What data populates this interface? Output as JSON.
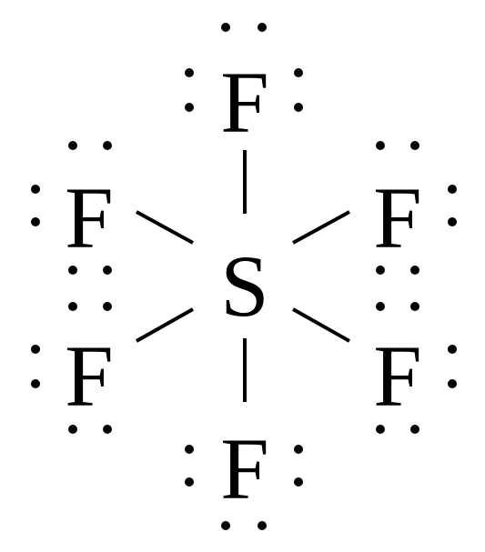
{
  "diagram": {
    "type": "lewis-structure",
    "center_atom": {
      "id": "S",
      "symbol": "S"
    },
    "atoms": [
      {
        "id": "F1",
        "symbol": "F",
        "lone_pairs": 3
      },
      {
        "id": "F2",
        "symbol": "F",
        "lone_pairs": 3
      },
      {
        "id": "F3",
        "symbol": "F",
        "lone_pairs": 3
      },
      {
        "id": "F4",
        "symbol": "F",
        "lone_pairs": 3
      },
      {
        "id": "F5",
        "symbol": "F",
        "lone_pairs": 3
      },
      {
        "id": "F6",
        "symbol": "F",
        "lone_pairs": 3
      }
    ],
    "bonds": [
      {
        "from": "S",
        "to": "F1",
        "order": 1
      },
      {
        "from": "S",
        "to": "F2",
        "order": 1
      },
      {
        "from": "S",
        "to": "F3",
        "order": 1
      },
      {
        "from": "S",
        "to": "F4",
        "order": 1
      },
      {
        "from": "S",
        "to": "F5",
        "order": 1
      },
      {
        "from": "S",
        "to": "F6",
        "order": 1
      }
    ]
  }
}
